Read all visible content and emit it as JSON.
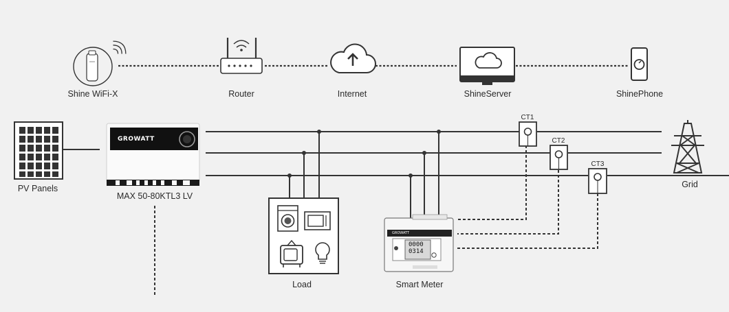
{
  "communication": {
    "shine_wifi": "Shine WiFi-X",
    "router": "Router",
    "internet": "Internet",
    "shine_server": "ShineServer",
    "shine_phone": "ShinePhone"
  },
  "power": {
    "pv_panels": "PV Panels",
    "inverter_model": "MAX 50-80KTL3 LV",
    "inverter_brand": "GROWATT",
    "load": "Load",
    "smart_meter": "Smart Meter",
    "meter_brand": "GROWATT",
    "meter_reading_line1": "0000",
    "meter_reading_line2": "0314",
    "grid": "Grid",
    "ct1": "CT1",
    "ct2": "CT2",
    "ct3": "CT3"
  },
  "colors": {
    "background": "#f1f1f1",
    "line": "#3a3a3a",
    "inverter_panel": "#111111"
  }
}
